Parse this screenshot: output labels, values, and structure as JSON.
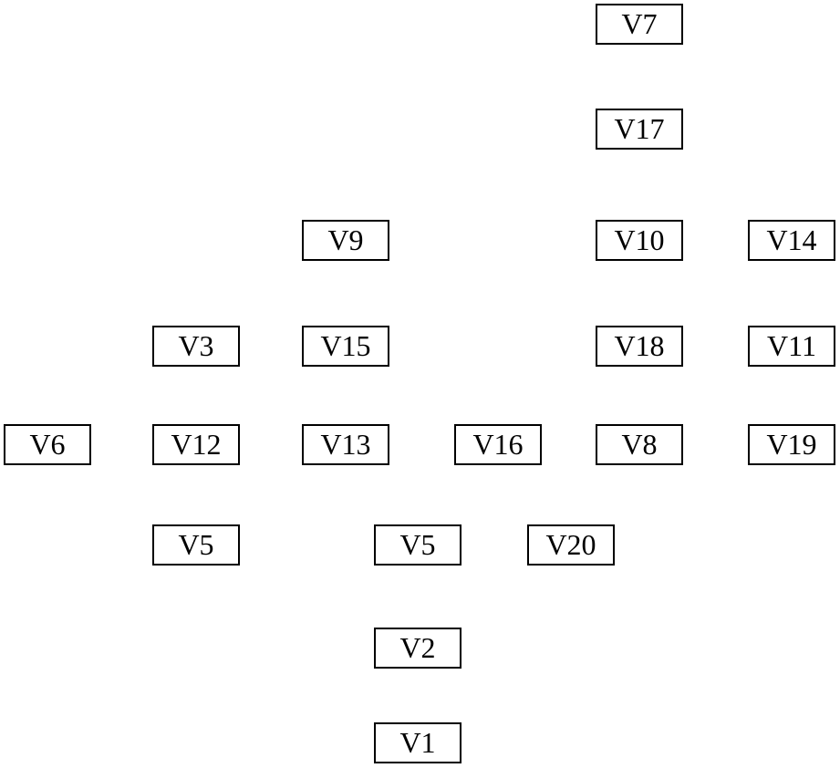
{
  "nodes": [
    {
      "label": "V7"
    },
    {
      "label": "V17"
    },
    {
      "label": "V9"
    },
    {
      "label": "V10"
    },
    {
      "label": "V14"
    },
    {
      "label": "V3"
    },
    {
      "label": "V15"
    },
    {
      "label": "V18"
    },
    {
      "label": "V11"
    },
    {
      "label": "V6"
    },
    {
      "label": "V12"
    },
    {
      "label": "V13"
    },
    {
      "label": "V16"
    },
    {
      "label": "V8"
    },
    {
      "label": "V19"
    },
    {
      "label": "V5"
    },
    {
      "label": "V5"
    },
    {
      "label": "V20"
    },
    {
      "label": "V2"
    },
    {
      "label": "V1"
    }
  ]
}
